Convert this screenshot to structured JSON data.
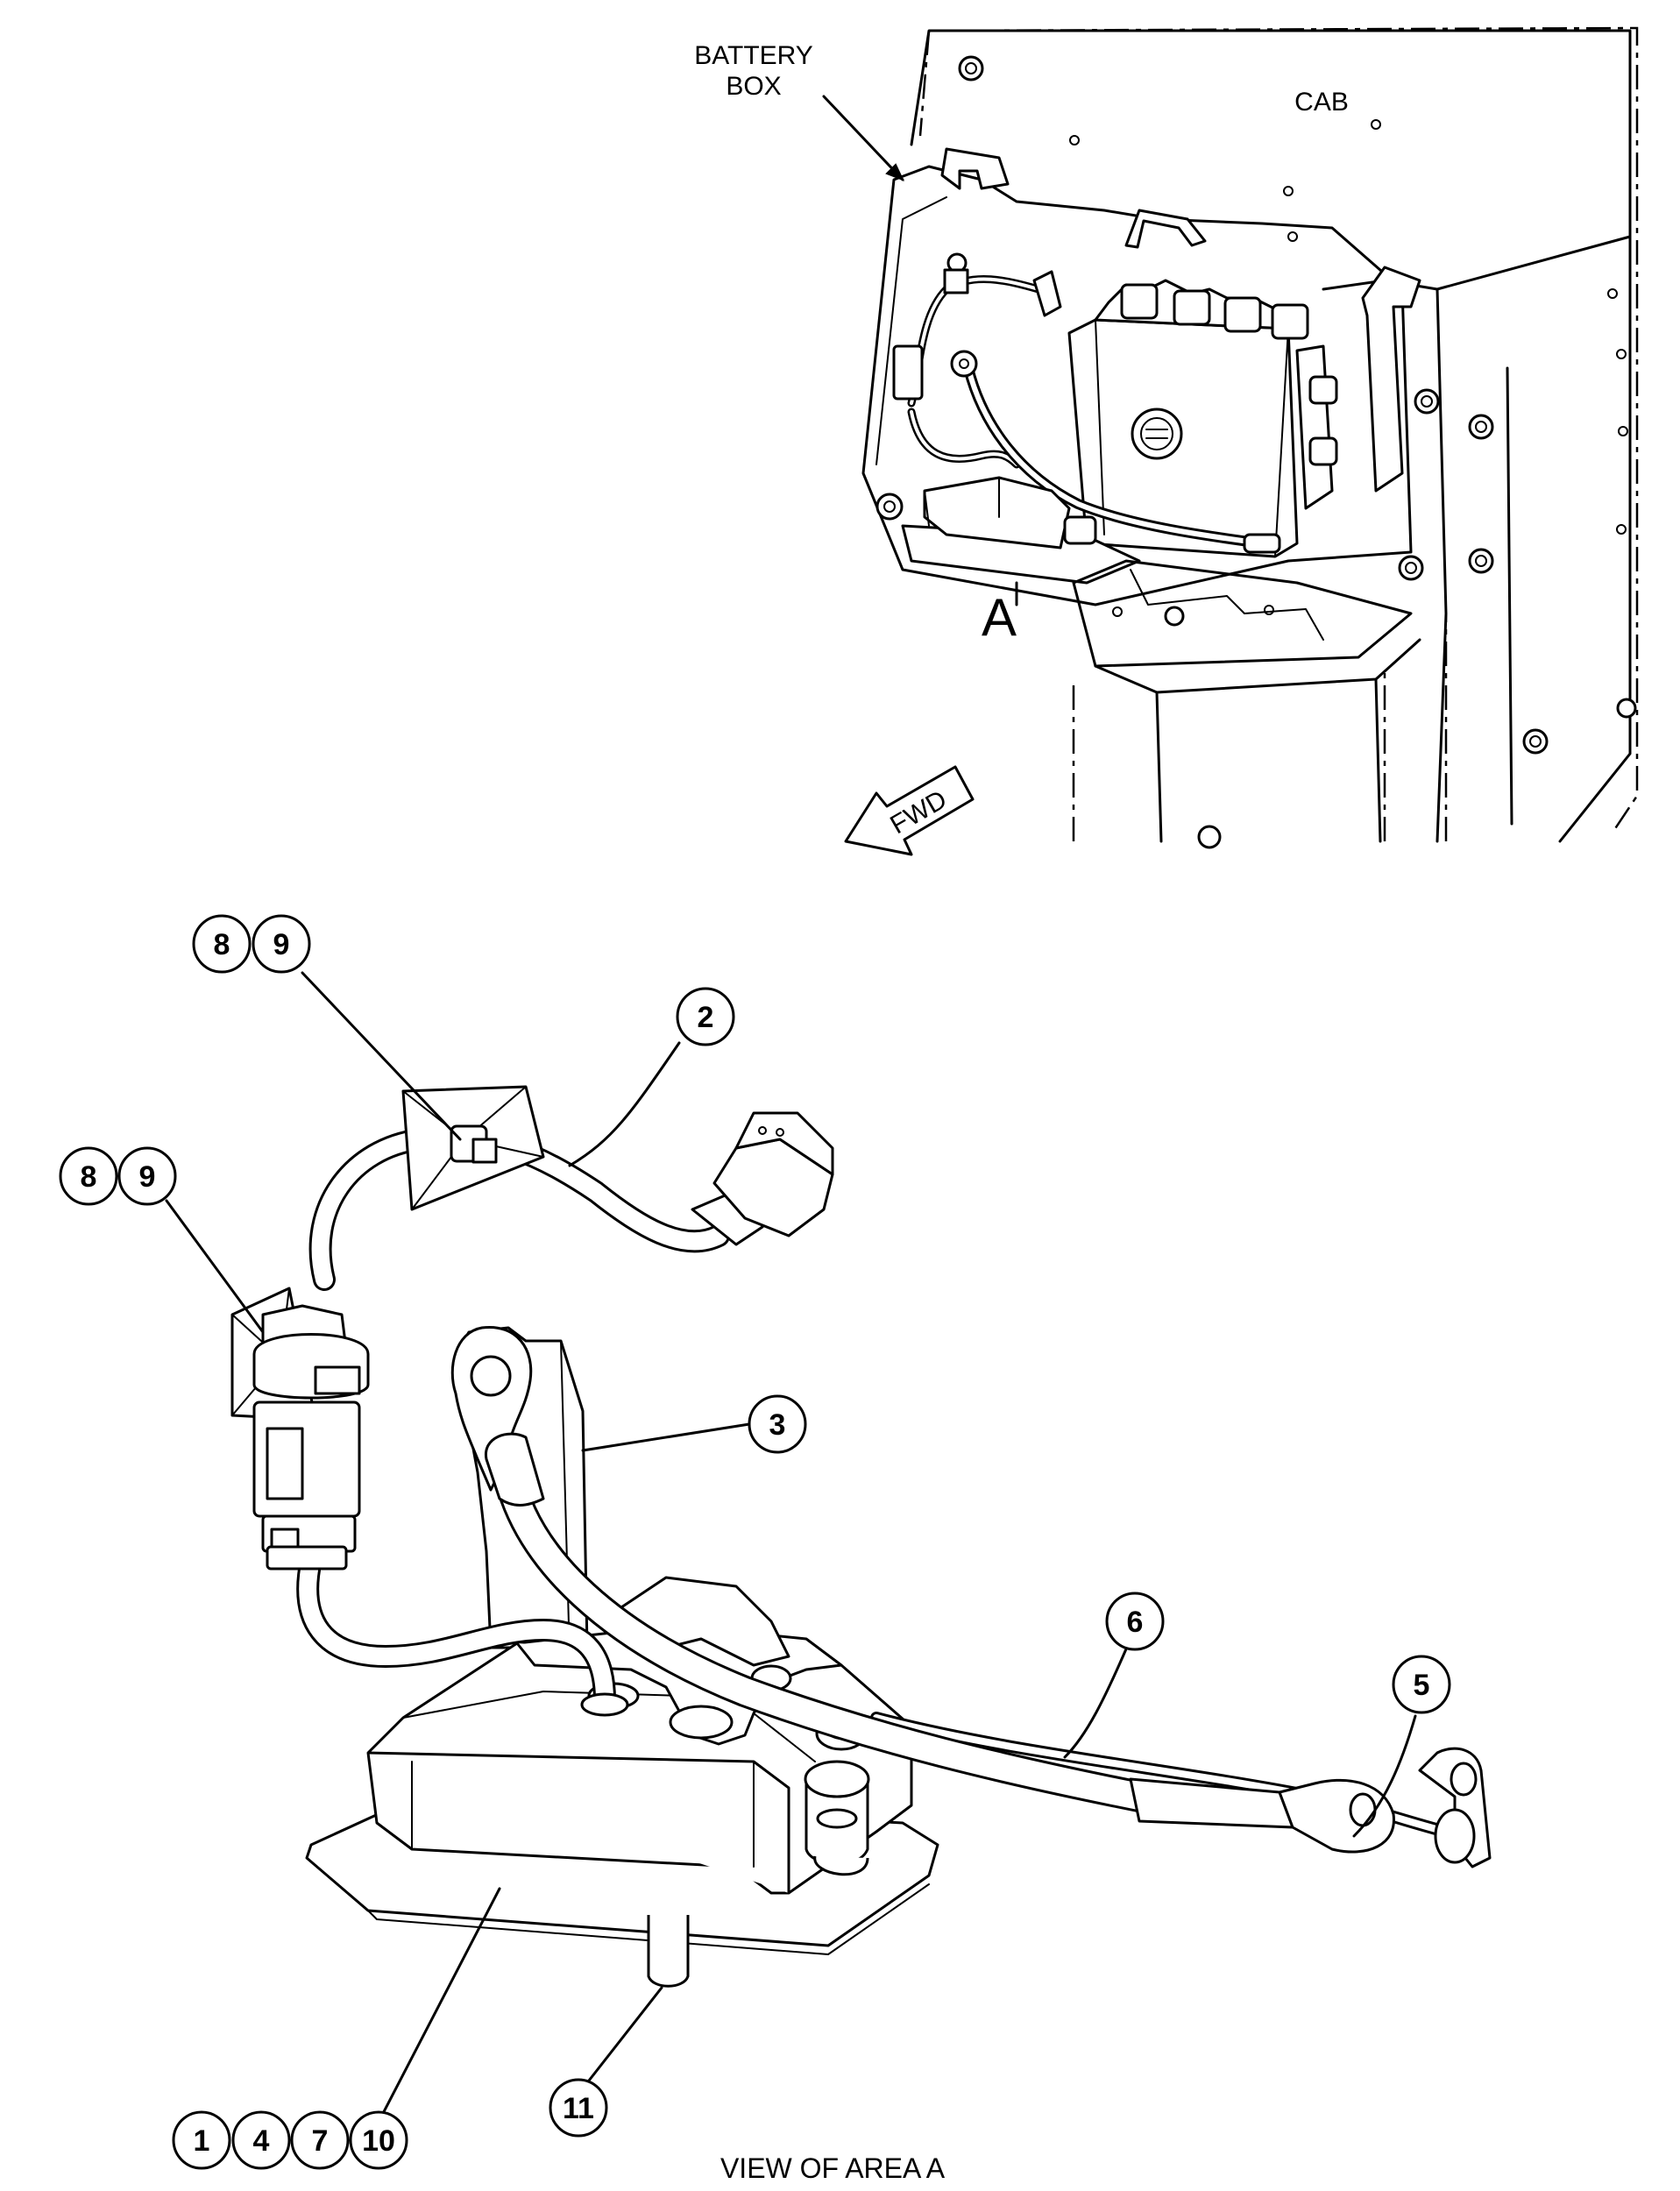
{
  "labels": {
    "battery_box_line1": "BATTERY",
    "battery_box_line2": "BOX",
    "cab": "CAB",
    "area_a": "A",
    "fwd": "FWD",
    "view_caption": "VIEW OF AREA A"
  },
  "callouts": {
    "c8a": "8",
    "c9a": "9",
    "c2": "2",
    "c8b": "8",
    "c9b": "9",
    "c3": "3",
    "c6": "6",
    "c5": "5",
    "c1": "1",
    "c4": "4",
    "c7": "7",
    "c10": "10",
    "c11": "11"
  }
}
